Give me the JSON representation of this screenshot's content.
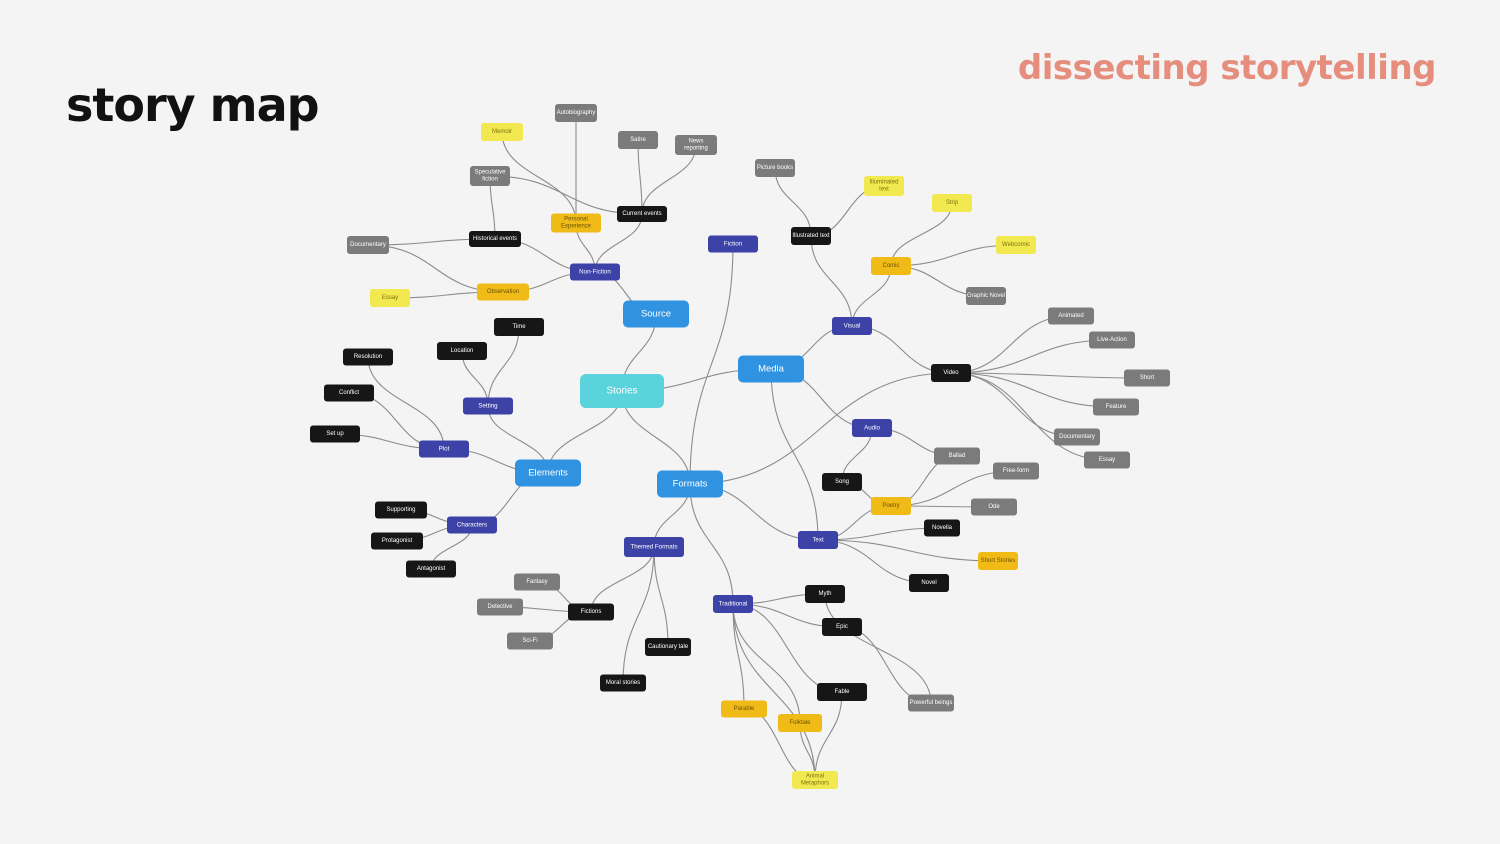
{
  "header": {
    "title": "story map",
    "subtitle": "dissecting storytelling"
  },
  "colors": {
    "background": "#f4f4f4",
    "subtitle": "#e58e7d",
    "root": "#5ad3dc",
    "category": "#2f93e2",
    "subcategory": "#3c42a6",
    "black_leaf": "#161616",
    "gray_leaf": "#7b7b7b",
    "gold_leaf": "#f0bb17",
    "yellow_leaf": "#f2e84f"
  },
  "mindmap": {
    "nodes": [
      {
        "id": "stories",
        "label": "Stories",
        "style": "lvl0"
      },
      {
        "id": "source",
        "label": "Source",
        "style": "lvl1"
      },
      {
        "id": "media",
        "label": "Media",
        "style": "lvl1"
      },
      {
        "id": "elements",
        "label": "Elements",
        "style": "lvl1"
      },
      {
        "id": "formats",
        "label": "Formats",
        "style": "lvl1"
      },
      {
        "id": "nonfiction",
        "label": "Non-Fiction",
        "style": "indigo"
      },
      {
        "id": "fiction",
        "label": "Fiction",
        "style": "indigo"
      },
      {
        "id": "personal",
        "label": [
          "Personal",
          "Experience"
        ],
        "style": "gold"
      },
      {
        "id": "observation",
        "label": "Observation",
        "style": "gold"
      },
      {
        "id": "historical",
        "label": "Historical events",
        "style": "black"
      },
      {
        "id": "current",
        "label": "Current events",
        "style": "black"
      },
      {
        "id": "memoir",
        "label": "Memoir",
        "style": "yellow"
      },
      {
        "id": "autobiography",
        "label": "Autobiography",
        "style": "gray"
      },
      {
        "id": "satire",
        "label": "Satire",
        "style": "gray"
      },
      {
        "id": "news",
        "label": [
          "News",
          "reporting"
        ],
        "style": "gray"
      },
      {
        "id": "speculative",
        "label": [
          "Speculative",
          "fiction"
        ],
        "style": "gray"
      },
      {
        "id": "documentary_nf",
        "label": "Documentary",
        "style": "gray"
      },
      {
        "id": "essay_nf",
        "label": "Essay",
        "style": "yellow"
      },
      {
        "id": "visual",
        "label": "Visual",
        "style": "indigo"
      },
      {
        "id": "audio",
        "label": "Audio",
        "style": "indigo"
      },
      {
        "id": "text",
        "label": "Text",
        "style": "indigo"
      },
      {
        "id": "illustrated",
        "label": "Illustrated text",
        "style": "black"
      },
      {
        "id": "picturebooks",
        "label": "Picture books",
        "style": "gray"
      },
      {
        "id": "illuminated",
        "label": [
          "Illuminated",
          "text"
        ],
        "style": "yellow"
      },
      {
        "id": "comic",
        "label": "Comic",
        "style": "gold"
      },
      {
        "id": "strip",
        "label": "Strip",
        "style": "yellow"
      },
      {
        "id": "webcomic",
        "label": "Webcomic",
        "style": "yellow"
      },
      {
        "id": "graphicnovel",
        "label": "Graphic Novel",
        "style": "gray"
      },
      {
        "id": "video",
        "label": "Video",
        "style": "black"
      },
      {
        "id": "animated",
        "label": "Animated",
        "style": "gray"
      },
      {
        "id": "liveaction",
        "label": "Live-Action",
        "style": "gray"
      },
      {
        "id": "short",
        "label": "Short",
        "style": "gray"
      },
      {
        "id": "feature",
        "label": "Feature",
        "style": "gray"
      },
      {
        "id": "documentary_v",
        "label": "Documentary",
        "style": "gray"
      },
      {
        "id": "essay_v",
        "label": "Essay",
        "style": "gray"
      },
      {
        "id": "song",
        "label": "Song",
        "style": "black"
      },
      {
        "id": "ballad",
        "label": "Ballad",
        "style": "gray"
      },
      {
        "id": "poetry",
        "label": "Poetry",
        "style": "gold"
      },
      {
        "id": "freeform",
        "label": "Free-form",
        "style": "gray"
      },
      {
        "id": "ode",
        "label": "Ode",
        "style": "gray"
      },
      {
        "id": "novella",
        "label": "Novella",
        "style": "black"
      },
      {
        "id": "shortstories",
        "label": "Short Stories",
        "style": "gold"
      },
      {
        "id": "novel",
        "label": "Novel",
        "style": "black"
      },
      {
        "id": "time",
        "label": "Time",
        "style": "black"
      },
      {
        "id": "location",
        "label": "Location",
        "style": "black"
      },
      {
        "id": "setting",
        "label": "Setting",
        "style": "indigo"
      },
      {
        "id": "resolution",
        "label": "Resolution",
        "style": "black"
      },
      {
        "id": "conflict",
        "label": "Conflict",
        "style": "black"
      },
      {
        "id": "setup",
        "label": "Set up",
        "style": "black"
      },
      {
        "id": "plot",
        "label": "Plot",
        "style": "indigo"
      },
      {
        "id": "characters",
        "label": "Characters",
        "style": "indigo"
      },
      {
        "id": "supporting",
        "label": "Supporting",
        "style": "black"
      },
      {
        "id": "protagonist",
        "label": "Protagonist",
        "style": "black"
      },
      {
        "id": "antagonist",
        "label": "Antagonist",
        "style": "black"
      },
      {
        "id": "themed",
        "label": "Themed Formats",
        "style": "indigo"
      },
      {
        "id": "fictions",
        "label": "Fictions",
        "style": "black"
      },
      {
        "id": "fantasy",
        "label": "Fantasy",
        "style": "gray"
      },
      {
        "id": "detective",
        "label": "Detective",
        "style": "gray"
      },
      {
        "id": "scifi",
        "label": "Sci-Fi",
        "style": "gray"
      },
      {
        "id": "cautionary",
        "label": "Cautionary tale",
        "style": "black"
      },
      {
        "id": "moral",
        "label": "Moral stories",
        "style": "black"
      },
      {
        "id": "traditional",
        "label": "Traditional",
        "style": "indigo"
      },
      {
        "id": "myth",
        "label": "Myth",
        "style": "black"
      },
      {
        "id": "epic",
        "label": "Epic",
        "style": "black"
      },
      {
        "id": "fable",
        "label": "Fable",
        "style": "black"
      },
      {
        "id": "parable",
        "label": "Parable",
        "style": "gold"
      },
      {
        "id": "folktale",
        "label": "Folktale",
        "style": "gold"
      },
      {
        "id": "animal",
        "label": [
          "Animal",
          "Metaphors"
        ],
        "style": "yellow"
      },
      {
        "id": "powerful",
        "label": "Powerful beings",
        "style": "gray"
      }
    ],
    "edges": [
      [
        "stories",
        "source"
      ],
      [
        "stories",
        "media"
      ],
      [
        "stories",
        "elements"
      ],
      [
        "stories",
        "formats"
      ],
      [
        "source",
        "nonfiction"
      ],
      [
        "formats",
        "fiction"
      ],
      [
        "nonfiction",
        "personal"
      ],
      [
        "nonfiction",
        "historical"
      ],
      [
        "nonfiction",
        "current"
      ],
      [
        "nonfiction",
        "observation"
      ],
      [
        "personal",
        "memoir"
      ],
      [
        "personal",
        "autobiography"
      ],
      [
        "current",
        "satire"
      ],
      [
        "current",
        "news"
      ],
      [
        "current",
        "speculative"
      ],
      [
        "historical",
        "speculative"
      ],
      [
        "historical",
        "documentary_nf"
      ],
      [
        "observation",
        "documentary_nf"
      ],
      [
        "observation",
        "essay_nf"
      ],
      [
        "media",
        "visual"
      ],
      [
        "media",
        "audio"
      ],
      [
        "media",
        "text"
      ],
      [
        "visual",
        "illustrated"
      ],
      [
        "visual",
        "comic"
      ],
      [
        "visual",
        "video"
      ],
      [
        "illustrated",
        "picturebooks"
      ],
      [
        "illustrated",
        "illuminated"
      ],
      [
        "comic",
        "strip"
      ],
      [
        "comic",
        "webcomic"
      ],
      [
        "comic",
        "graphicnovel"
      ],
      [
        "video",
        "animated"
      ],
      [
        "video",
        "liveaction"
      ],
      [
        "video",
        "short"
      ],
      [
        "video",
        "feature"
      ],
      [
        "video",
        "documentary_v"
      ],
      [
        "video",
        "essay_v"
      ],
      [
        "audio",
        "song"
      ],
      [
        "audio",
        "ballad"
      ],
      [
        "text",
        "poetry"
      ],
      [
        "text",
        "novella"
      ],
      [
        "text",
        "shortstories"
      ],
      [
        "text",
        "novel"
      ],
      [
        "poetry",
        "freeform"
      ],
      [
        "poetry",
        "ode"
      ],
      [
        "poetry",
        "ballad"
      ],
      [
        "poetry",
        "song"
      ],
      [
        "elements",
        "setting"
      ],
      [
        "elements",
        "plot"
      ],
      [
        "elements",
        "characters"
      ],
      [
        "setting",
        "time"
      ],
      [
        "setting",
        "location"
      ],
      [
        "plot",
        "resolution"
      ],
      [
        "plot",
        "conflict"
      ],
      [
        "plot",
        "setup"
      ],
      [
        "characters",
        "supporting"
      ],
      [
        "characters",
        "protagonist"
      ],
      [
        "characters",
        "antagonist"
      ],
      [
        "formats",
        "themed"
      ],
      [
        "formats",
        "traditional"
      ],
      [
        "formats",
        "text"
      ],
      [
        "formats",
        "video"
      ],
      [
        "themed",
        "fictions"
      ],
      [
        "themed",
        "cautionary"
      ],
      [
        "themed",
        "moral"
      ],
      [
        "fictions",
        "fantasy"
      ],
      [
        "fictions",
        "detective"
      ],
      [
        "fictions",
        "scifi"
      ],
      [
        "traditional",
        "myth"
      ],
      [
        "traditional",
        "epic"
      ],
      [
        "traditional",
        "fable"
      ],
      [
        "traditional",
        "parable"
      ],
      [
        "traditional",
        "folktale"
      ],
      [
        "traditional",
        "animal"
      ],
      [
        "myth",
        "powerful"
      ],
      [
        "epic",
        "powerful"
      ],
      [
        "fable",
        "animal"
      ],
      [
        "parable",
        "animal"
      ],
      [
        "folktale",
        "animal"
      ]
    ]
  }
}
